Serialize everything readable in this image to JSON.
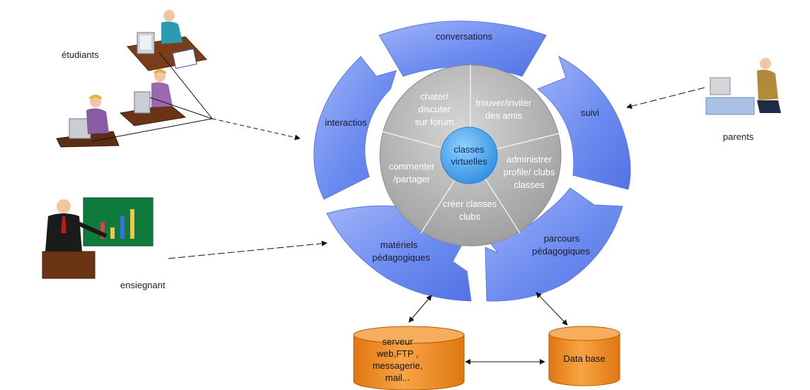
{
  "actors": {
    "students": "étudiants",
    "teacher": "ensiegnant",
    "parents": "parents"
  },
  "ring": {
    "conversations": "conversations",
    "suivi": "suivi",
    "interactions": "interactios",
    "materials": [
      "matériels",
      "pédagogiques"
    ],
    "parcours": [
      "parcours",
      "pédagogiques"
    ]
  },
  "inner": {
    "chat": [
      "chater/",
      "discuter",
      "sur forum"
    ],
    "friends": [
      "trouver/inviter",
      "des amis"
    ],
    "comment": [
      "commenter",
      "/partager"
    ],
    "admin": [
      "administrer",
      "profile/ clubs",
      "classes"
    ],
    "create": [
      "créer classes",
      "clubs"
    ]
  },
  "center": [
    "classes",
    "virtuelles"
  ],
  "storage": {
    "server": [
      "serveur",
      "web,FTP ,",
      "messagerie,",
      "mail..."
    ],
    "database": "Data base"
  },
  "colors": {
    "ring_blue": "#6f8ef0",
    "inner_gray": "#b9b9b9",
    "center_blue": "#4aa3e8",
    "cylinder_orange": "#f28c1e"
  }
}
